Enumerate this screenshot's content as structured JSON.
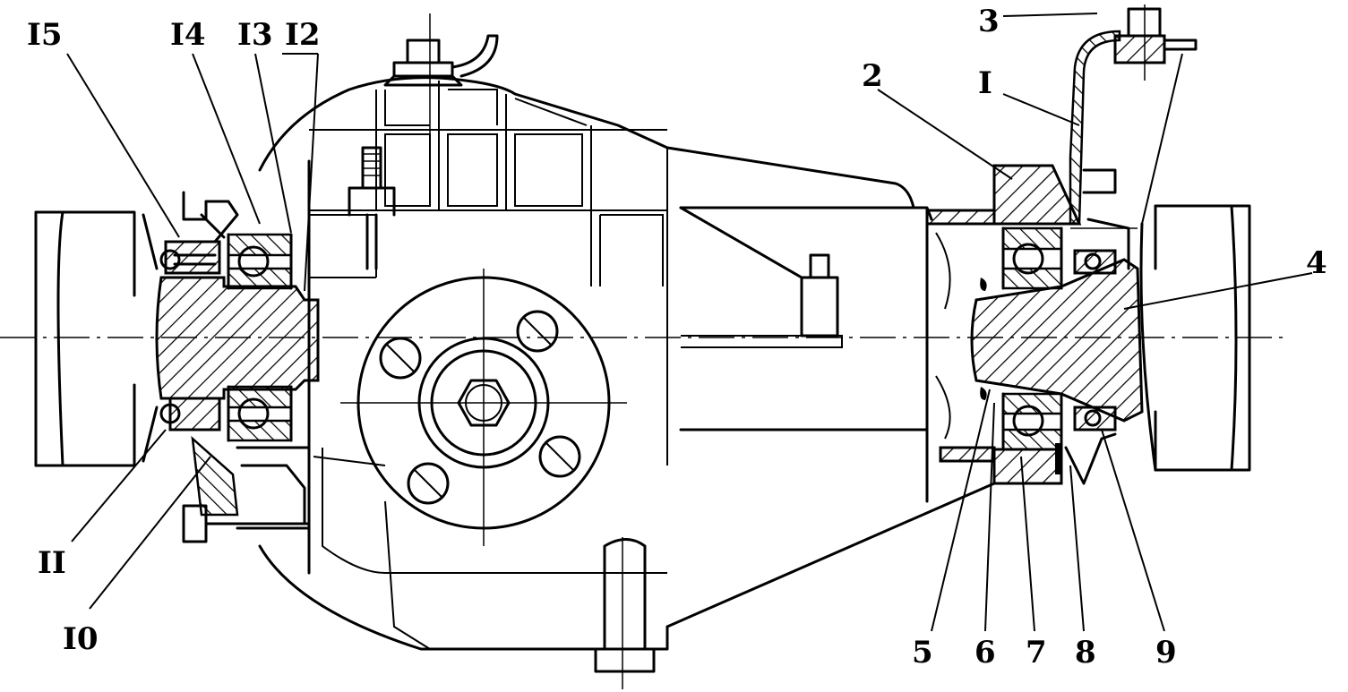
{
  "labels": {
    "l1": "I",
    "l2": "2",
    "l3": "3",
    "l4": "4",
    "l5": "5",
    "l6": "6",
    "l7": "7",
    "l8": "8",
    "l9": "9",
    "l10": "I0",
    "l11": "II",
    "l12": "I2",
    "l13": "I3",
    "l14": "I4",
    "l15": "I5"
  }
}
